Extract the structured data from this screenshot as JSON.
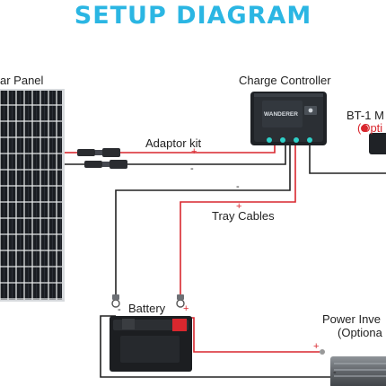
{
  "title": "SETUP DIAGRAM",
  "labels": {
    "solar_panel": "ar Panel",
    "charge_controller": "Charge Controller",
    "bt1_line1": "BT-1 M",
    "bt1_line2": "(Opti",
    "adaptor_kit": "Adaptor kit",
    "tray_cables": "Tray Cables",
    "battery": "Battery",
    "inverter_line1": "Power Inve",
    "inverter_line2": "(Optiona",
    "controller_brand": "WANDERER"
  },
  "signs": {
    "plus": "+",
    "minus": "-"
  },
  "colors": {
    "title": "#2bb6e3",
    "positive_wire": "#d9272e",
    "negative_wire": "#222222",
    "controller_leds": "#2fd0c8"
  },
  "icons": {
    "panel": "solar-panel-icon",
    "controller": "charge-controller-icon",
    "battery": "battery-icon",
    "inverter": "power-inverter-icon",
    "bt1": "bluetooth-module-icon"
  }
}
